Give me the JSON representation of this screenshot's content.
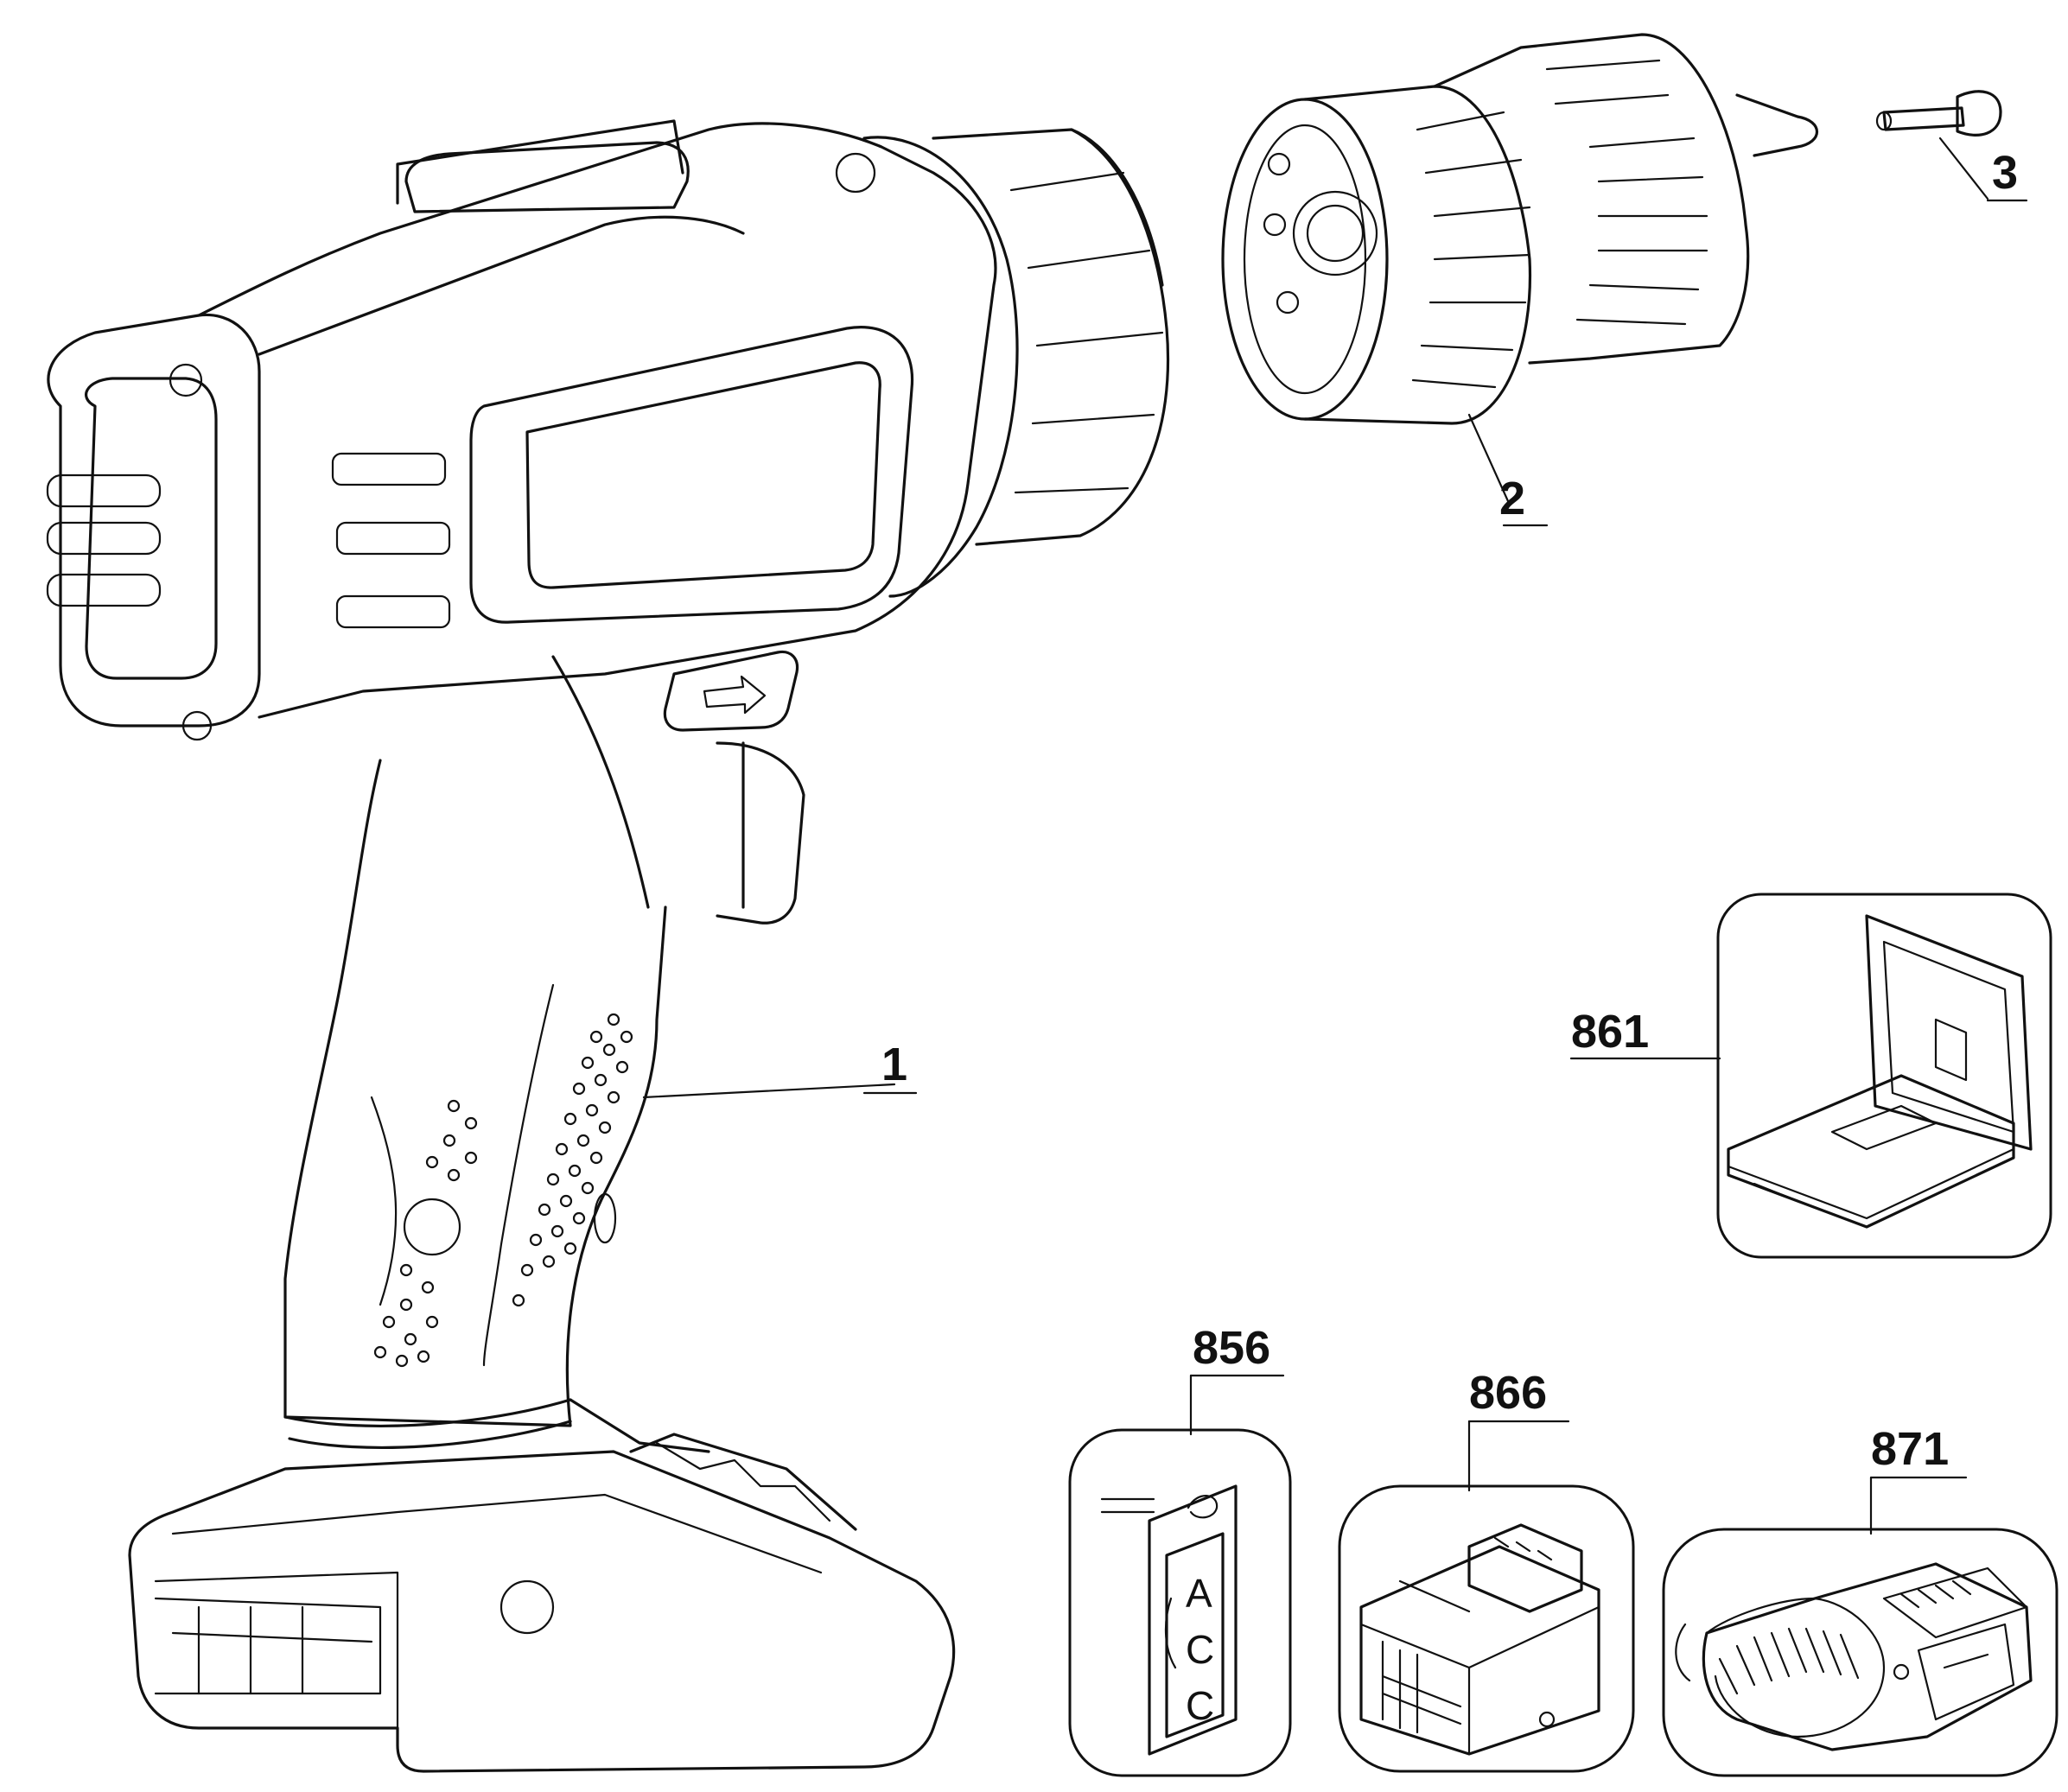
{
  "parts": [
    {
      "id": "1",
      "label": "1"
    },
    {
      "id": "2",
      "label": "2"
    },
    {
      "id": "3",
      "label": "3"
    },
    {
      "id": "861",
      "label": "861"
    },
    {
      "id": "856",
      "label": "856"
    },
    {
      "id": "866",
      "label": "866"
    },
    {
      "id": "871",
      "label": "871"
    }
  ],
  "icons": {
    "drill_body": "drill-body-icon",
    "chuck": "chuck-icon",
    "chuck_screw": "screw-icon",
    "kit_box": "kit-box-icon",
    "label_sheet": "label-sheet-icon",
    "battery": "battery-icon",
    "charger": "charger-icon"
  },
  "label_sheet_letters": [
    "A",
    "C",
    "C"
  ],
  "colors": {
    "line": "#111111",
    "background": "#ffffff"
  }
}
